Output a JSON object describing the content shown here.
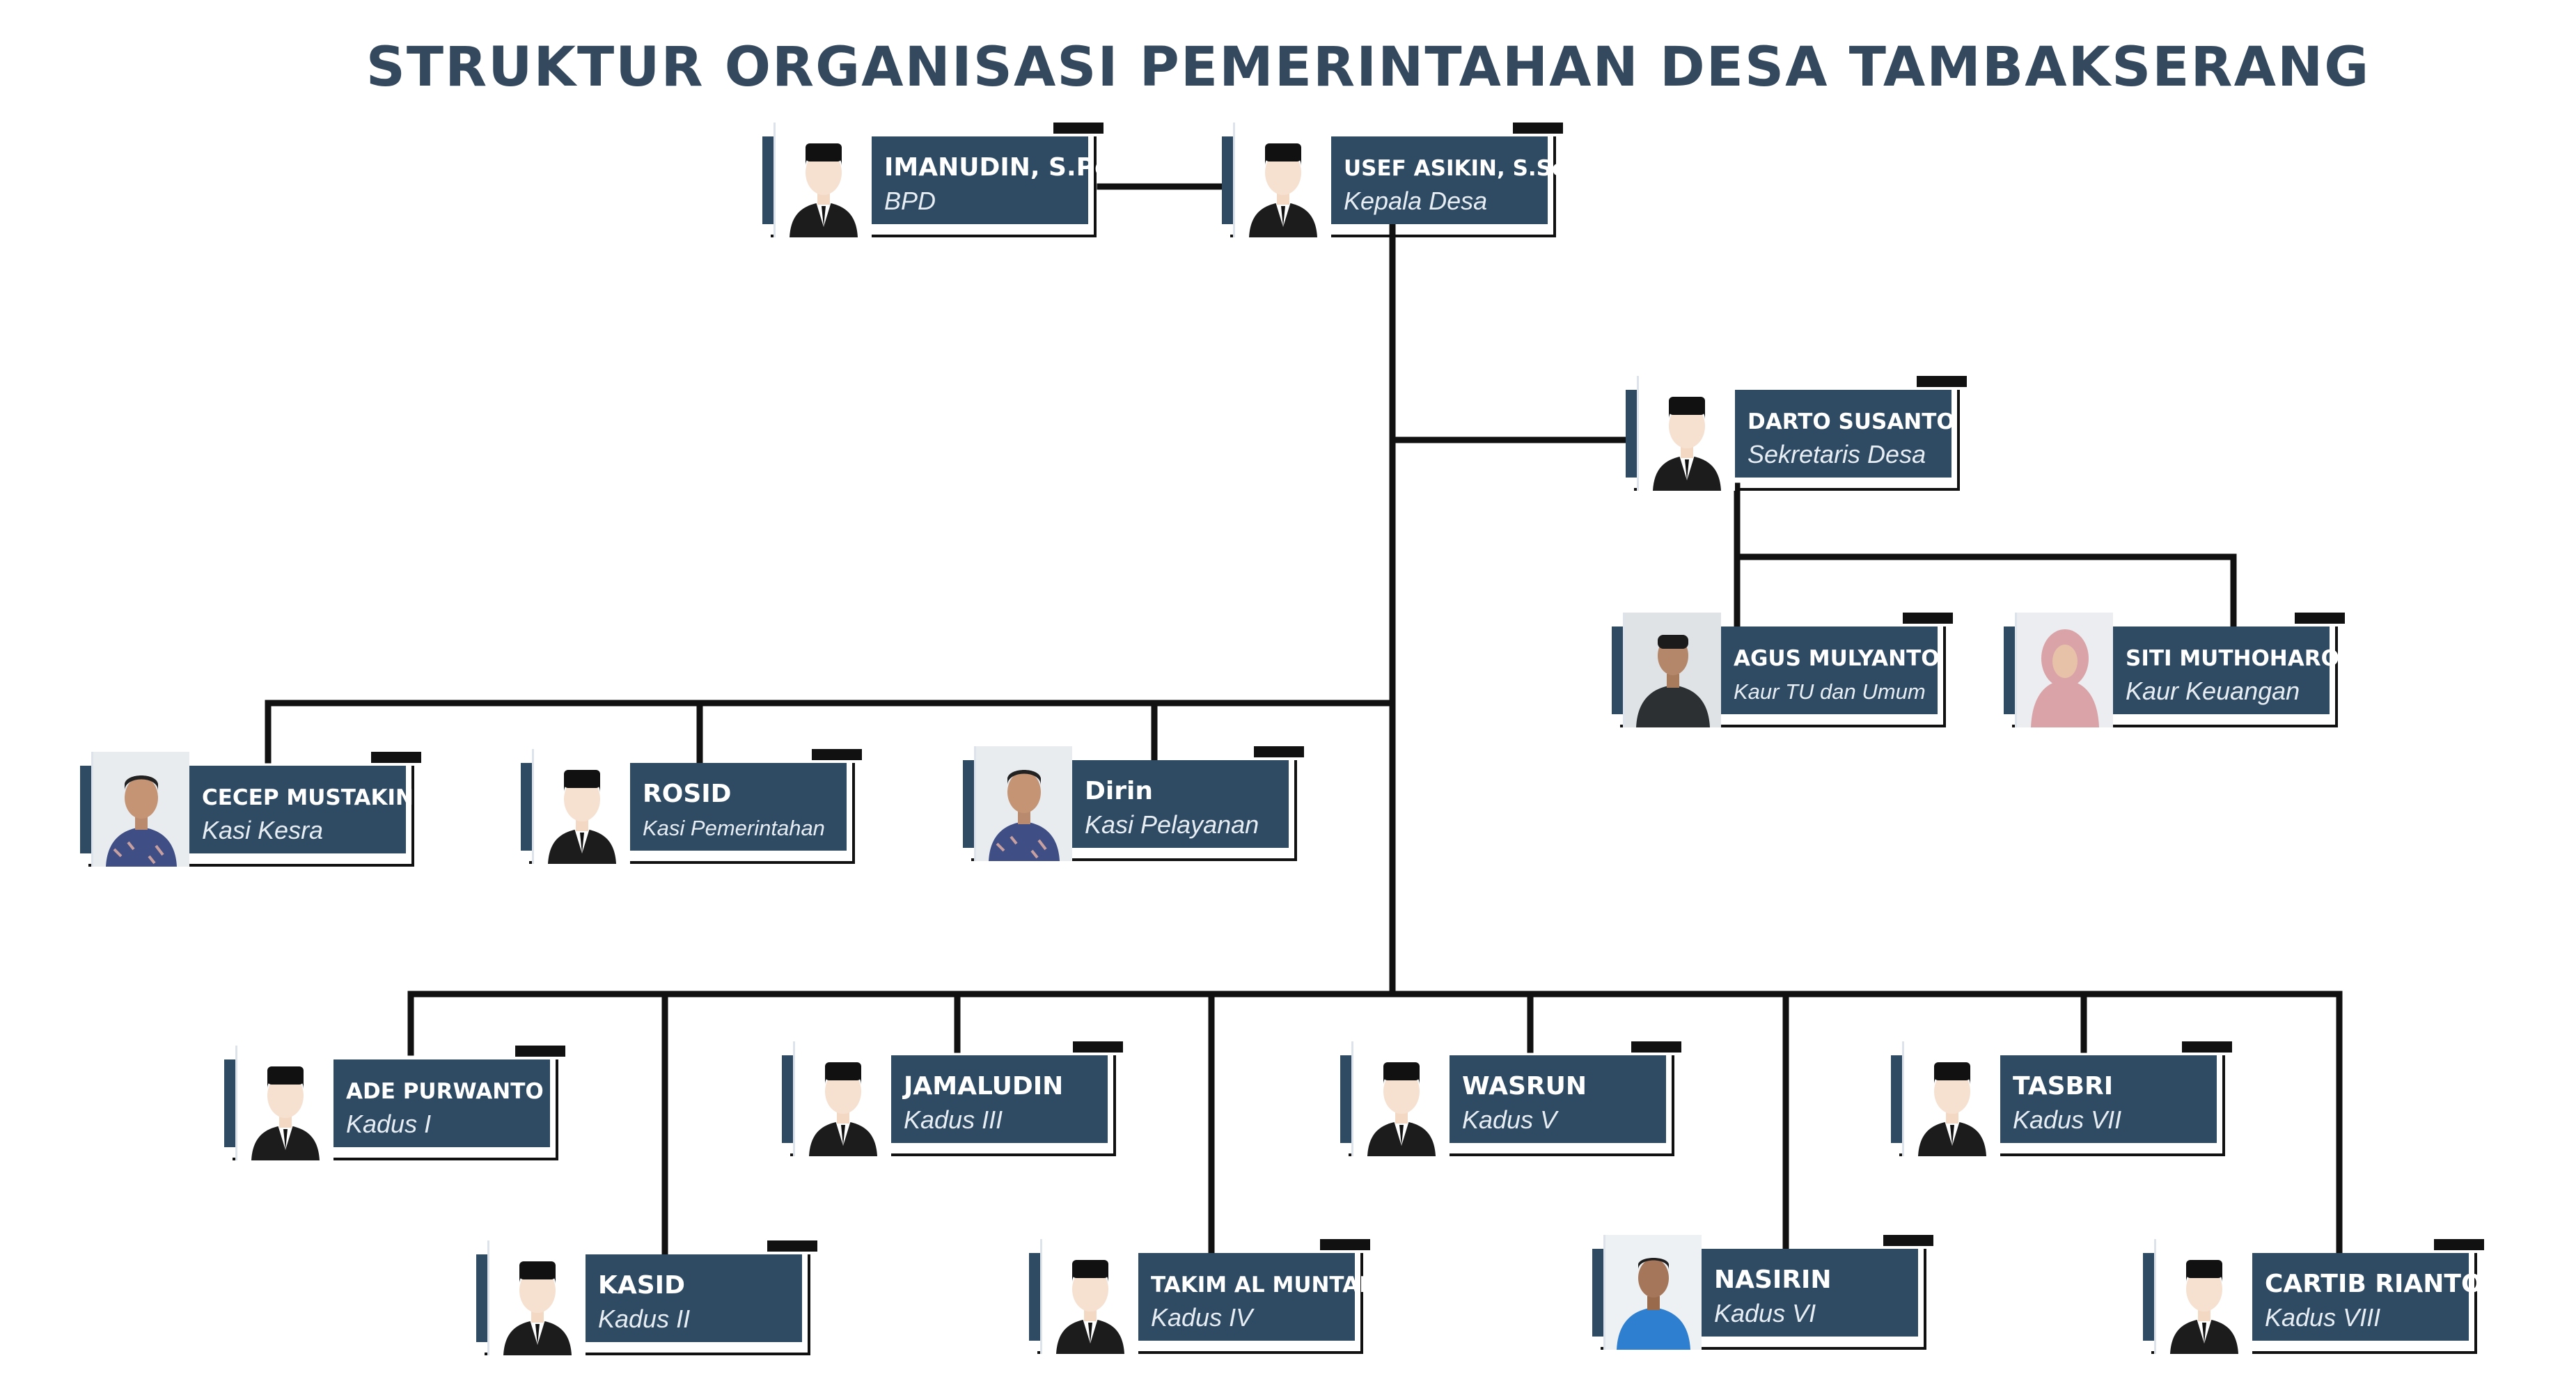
{
  "title": "STRUKTUR ORGANISASI PEMERINTAHAN DESA TAMBAKSERANG",
  "colors": {
    "card": "#2f4a63",
    "title": "#34495e",
    "line": "#111111"
  },
  "members": {
    "bpd": {
      "name": "IMANUDIN, S.Pd",
      "role": "BPD",
      "photo": "avatar-silhouette-icon"
    },
    "kades": {
      "name": "USEF ASIKIN, S.Sos",
      "role": "Kepala Desa",
      "photo": "avatar-silhouette-icon"
    },
    "sekdes": {
      "name": "DARTO SUSANTO",
      "role": "Sekretaris Desa",
      "photo": "avatar-silhouette-icon"
    },
    "kaur_tu": {
      "name": "AGUS MULYANTO",
      "role": "Kaur TU dan Umum",
      "photo": "person-photo-dark-jacket"
    },
    "kaur_keu": {
      "name": "SITI MUTHOHAROH",
      "role": "Kaur Keuangan",
      "photo": "person-photo-hijab"
    },
    "kasi_kesra": {
      "name": "CECEP MUSTAKIN",
      "role": "Kasi Kesra",
      "photo": "person-photo-batik"
    },
    "kasi_pem": {
      "name": "ROSID",
      "role": "Kasi Pemerintahan",
      "photo": "avatar-silhouette-icon"
    },
    "kasi_pel": {
      "name": "Dirin",
      "role": "Kasi Pelayanan",
      "photo": "person-photo-batik"
    },
    "kadus1": {
      "name": "ADE PURWANTO",
      "role": "Kadus I",
      "photo": "avatar-silhouette-icon"
    },
    "kadus2": {
      "name": "KASID",
      "role": "Kadus II",
      "photo": "avatar-silhouette-icon"
    },
    "kadus3": {
      "name": "JAMALUDIN",
      "role": "Kadus III",
      "photo": "avatar-silhouette-icon"
    },
    "kadus4": {
      "name": "TAKIM AL MUNTAR",
      "role": "Kadus IV",
      "photo": "avatar-silhouette-icon"
    },
    "kadus5": {
      "name": "WASRUN",
      "role": "Kadus V",
      "photo": "avatar-silhouette-icon"
    },
    "kadus6": {
      "name": "NASIRIN",
      "role": "Kadus VI",
      "photo": "person-photo-blue-shirt"
    },
    "kadus7": {
      "name": "TASBRI",
      "role": "Kadus VII",
      "photo": "avatar-silhouette-icon"
    },
    "kadus8": {
      "name": "CARTIB RIANTO",
      "role": "Kadus VIII",
      "photo": "avatar-silhouette-icon"
    }
  }
}
